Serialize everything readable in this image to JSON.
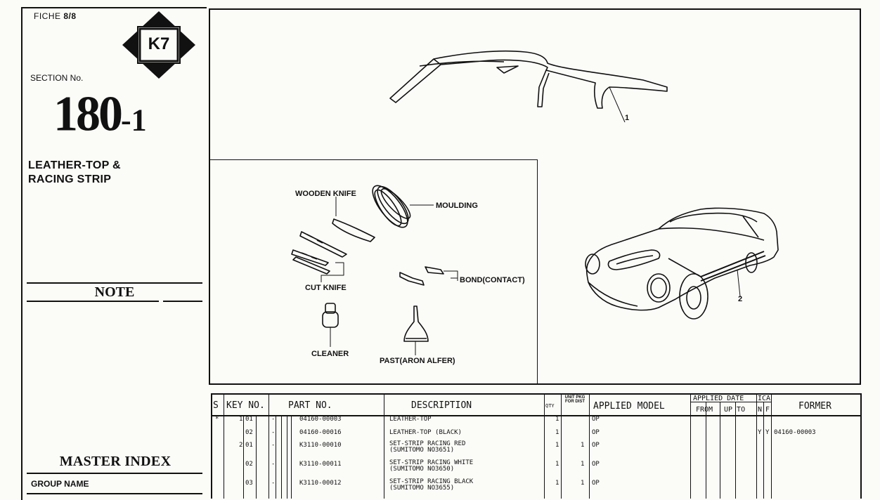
{
  "fiche": {
    "label": "FICHE",
    "value": "8/8"
  },
  "badge": "K7",
  "section": {
    "label": "SECTION No.",
    "number": "180",
    "suffix": "-1"
  },
  "title": {
    "line1": "LEATHER-TOP &",
    "line2": "RACING STRIP"
  },
  "note": "NOTE",
  "master_index": "MASTER INDEX",
  "group_name": "GROUP NAME",
  "diagram": {
    "labels": {
      "wooden_knife": "WOODEN KNIFE",
      "moulding": "MOULDING",
      "cut_knife": "CUT KNIFE",
      "bond": "BOND(CONTACT)",
      "cleaner": "CLEANER",
      "past": "PAST(ARON ALFER)"
    },
    "callouts": {
      "top": "1",
      "car": "2"
    }
  },
  "table": {
    "headers": {
      "s": "S",
      "key": "KEY NO.",
      "part": "PART  NO.",
      "desc": "DESCRIPTION",
      "qty": "QTY",
      "unit": "UNIT PKG FOR DIST",
      "model": "APPLIED MODEL",
      "date": "APPLIED DATE",
      "from": "FROM",
      "upto": "UP TO",
      "ica": "ICA",
      "n": "N",
      "f": "F",
      "former": "FORMER"
    },
    "rows": [
      {
        "s": "*",
        "key1": "1",
        "key2": "01",
        "part": "04160-00003",
        "desc1": "LEATHER-TOP",
        "desc2": "",
        "qty": "1",
        "unit": "",
        "model": "OP",
        "n": "",
        "f": "",
        "former": ""
      },
      {
        "s": "",
        "key1": "",
        "key2": "02",
        "part": "04160-00016",
        "desc1": "LEATHER-TOP (BLACK)",
        "desc2": "",
        "qty": "1",
        "unit": "",
        "model": "OP",
        "n": "Y",
        "f": "Y",
        "former": "04160-00003"
      },
      {
        "s": "",
        "key1": "2",
        "key2": "01",
        "part": "K3110-00010",
        "desc1": "SET-STRIP RACING RED",
        "desc2": "(SUMITOMO NO3651)",
        "qty": "1",
        "unit": "1",
        "model": "OP",
        "n": "",
        "f": "",
        "former": ""
      },
      {
        "s": "",
        "key1": "",
        "key2": "02",
        "part": "K3110-00011",
        "desc1": "SET-STRIP RACING WHITE",
        "desc2": "(SUMITOMO NO3650)",
        "qty": "1",
        "unit": "1",
        "model": "OP",
        "n": "",
        "f": "",
        "former": ""
      },
      {
        "s": "",
        "key1": "",
        "key2": "03",
        "part": "K3110-00012",
        "desc1": "SET-STRIP RACING BLACK",
        "desc2": "(SUMITOMO NO3655)",
        "qty": "1",
        "unit": "1",
        "model": "OP",
        "n": "",
        "f": "",
        "former": ""
      }
    ]
  }
}
